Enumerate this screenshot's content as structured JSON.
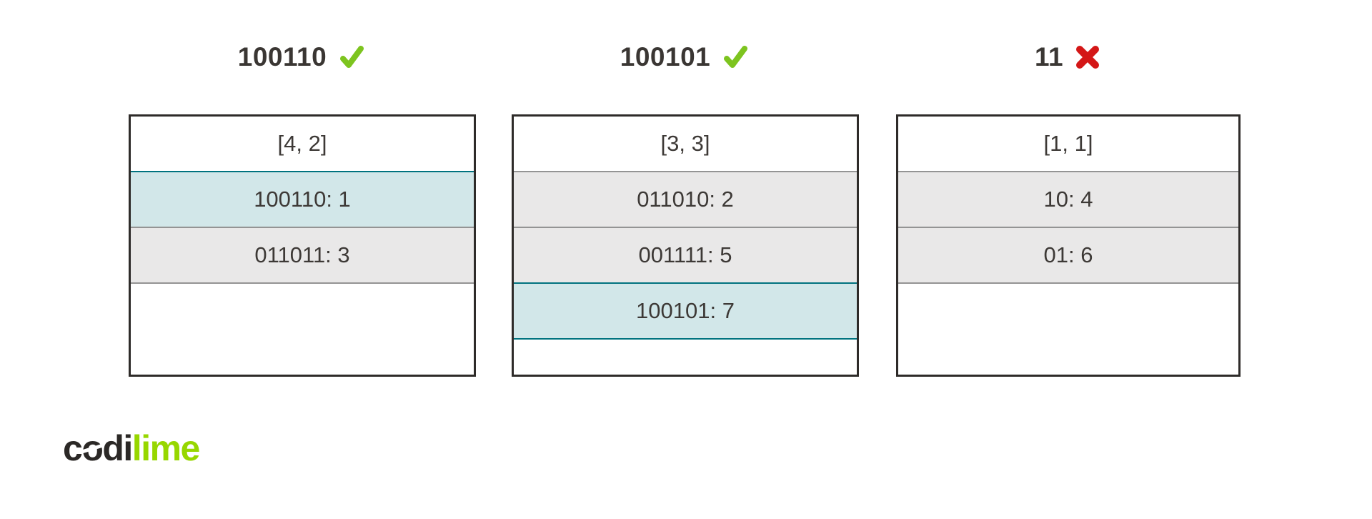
{
  "colors": {
    "box_border": "#2e2b29",
    "row_divider": "#949494",
    "row_gray_bg": "#e9e8e8",
    "highlight_bg": "#d2e7e9",
    "highlight_border": "#00737f",
    "check_green": "#7dc41f",
    "cross_red": "#d41717",
    "text_dark": "#3a3633",
    "logo_green": "#97d700"
  },
  "boxes": [
    {
      "title": "100110",
      "status": "valid",
      "status_icon": "check-icon",
      "header": "[4, 2]",
      "rows": [
        {
          "text": "100110: 1",
          "highlighted": true
        },
        {
          "text": "011011: 3",
          "highlighted": false
        }
      ]
    },
    {
      "title": "100101",
      "status": "valid",
      "status_icon": "check-icon",
      "header": "[3, 3]",
      "rows": [
        {
          "text": "011010: 2",
          "highlighted": false
        },
        {
          "text": "001111: 5",
          "highlighted": false
        },
        {
          "text": "100101: 7",
          "highlighted": true
        }
      ]
    },
    {
      "title": "11",
      "status": "invalid",
      "status_icon": "x-icon",
      "header": "[1, 1]",
      "rows": [
        {
          "text": "10: 4",
          "highlighted": false
        },
        {
          "text": "01: 6",
          "highlighted": false
        }
      ]
    }
  ],
  "logo": {
    "part_before_o": "c",
    "stylized_o": "o",
    "part_after_o": "di",
    "green_part": "lime"
  }
}
